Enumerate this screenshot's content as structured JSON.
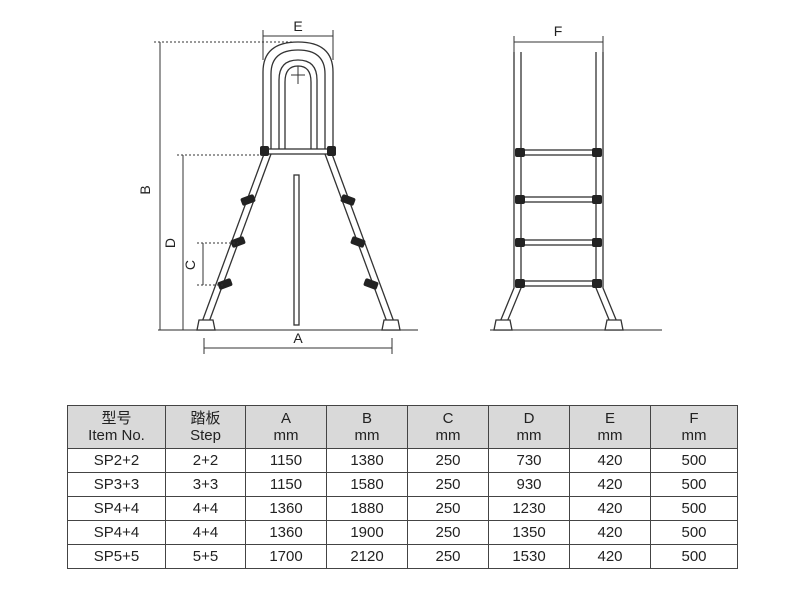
{
  "labels": {
    "a": "A",
    "b": "B",
    "c": "C",
    "d": "D",
    "e": "E",
    "f": "F"
  },
  "table": {
    "headers": [
      {
        "line1": "型号",
        "line2": "Item No."
      },
      {
        "line1": "踏板",
        "line2": "Step"
      },
      {
        "line1": "A",
        "line2": "mm"
      },
      {
        "line1": "B",
        "line2": "mm"
      },
      {
        "line1": "C",
        "line2": "mm"
      },
      {
        "line1": "D",
        "line2": "mm"
      },
      {
        "line1": "E",
        "line2": "mm"
      },
      {
        "line1": "F",
        "line2": "mm"
      }
    ],
    "rows": [
      [
        "SP2+2",
        "2+2",
        "1150",
        "1380",
        "250",
        "730",
        "420",
        "500"
      ],
      [
        "SP3+3",
        "3+3",
        "1150",
        "1580",
        "250",
        "930",
        "420",
        "500"
      ],
      [
        "SP4+4",
        "4+4",
        "1360",
        "1880",
        "250",
        "1230",
        "420",
        "500"
      ],
      [
        "SP4+4",
        "4+4",
        "1360",
        "1900",
        "250",
        "1350",
        "420",
        "500"
      ],
      [
        "SP5+5",
        "5+5",
        "1700",
        "2120",
        "250",
        "1530",
        "420",
        "500"
      ]
    ]
  },
  "colors": {
    "line": "#333333",
    "ground": "#555555",
    "header_bg": "#d9d9d9"
  }
}
